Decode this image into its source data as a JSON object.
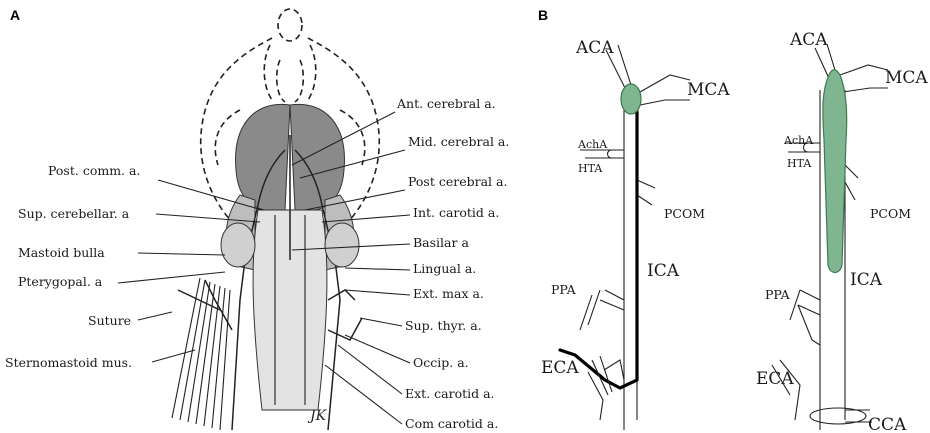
{
  "panel_a": {
    "label": "A",
    "left_labels": [
      "Post. comm. a.",
      "Sup. cerebellar. a",
      "Mastoid bulla",
      "Pterygopal. a",
      "Suture",
      "Sternomastoid mus."
    ],
    "right_labels": [
      "Ant. cerebral a.",
      "Mid. cerebral a.",
      "Post cerebral a.",
      "Int. carotid a.",
      "Basilar a",
      "Lingual a.",
      "Ext. max a.",
      "Sup. thyr. a.",
      "Occip. a.",
      "Ext. carotid a.",
      "Com carotid a."
    ],
    "signature": "JK"
  },
  "panel_b": {
    "label": "B",
    "left": {
      "labels": [
        "ACA",
        "MCA",
        "AchA",
        "HTA",
        "PCOM",
        "ICA",
        "PPA",
        "ECA"
      ]
    },
    "right": {
      "labels": [
        "ACA",
        "MCA",
        "AchA",
        "HTA",
        "PCOM",
        "ICA",
        "PPA",
        "ECA",
        "CCA"
      ]
    }
  },
  "colors": {
    "vessel_fill": "#7fb58f",
    "line": "#222222"
  }
}
